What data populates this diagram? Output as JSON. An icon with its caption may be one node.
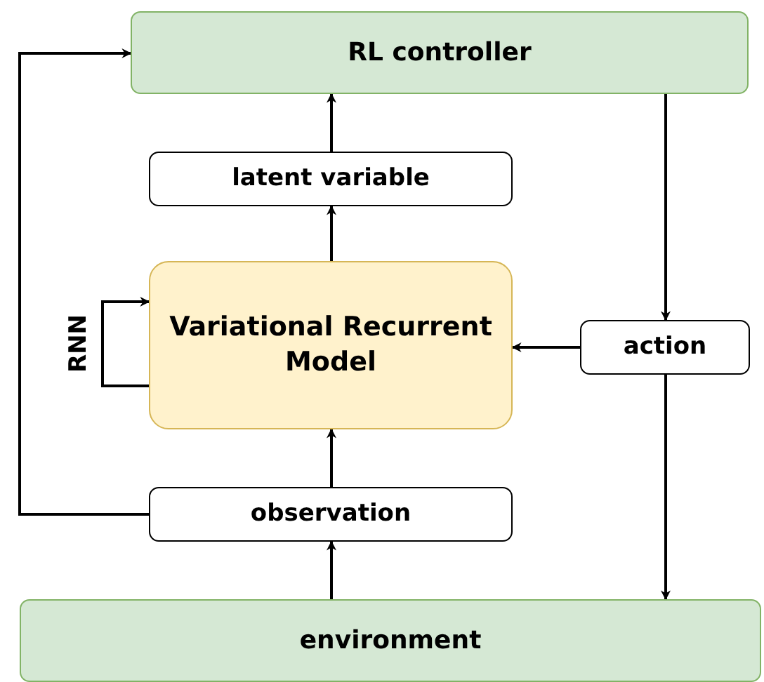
{
  "diagram": {
    "nodes": [
      {
        "text": [
          "RL controller"
        ]
      },
      {
        "text": [
          "latent variable"
        ]
      },
      {
        "text": [
          "Variational Recurrent Model"
        ]
      },
      {
        "text": [
          "action"
        ]
      },
      {
        "text": [
          "observation"
        ]
      },
      {
        "text": [
          "environment"
        ]
      }
    ],
    "edges": [
      {
        "from": 4,
        "to": 2,
        "arrow": "to"
      },
      {
        "from": 2,
        "to": 1,
        "arrow": "to"
      },
      {
        "from": 1,
        "to": 0,
        "arrow": "to"
      },
      {
        "from": 0,
        "to": 3,
        "arrow": "to"
      },
      {
        "from": 3,
        "to": 2,
        "arrow": "to"
      },
      {
        "from": 3,
        "to": 5,
        "arrow": "to"
      },
      {
        "from": 5,
        "to": 4,
        "arrow": "to"
      },
      {
        "from": 4,
        "to": 0,
        "arrow": "to"
      },
      {
        "from": 2,
        "to": 2,
        "arrow": "to",
        "label": "RNN"
      }
    ]
  }
}
